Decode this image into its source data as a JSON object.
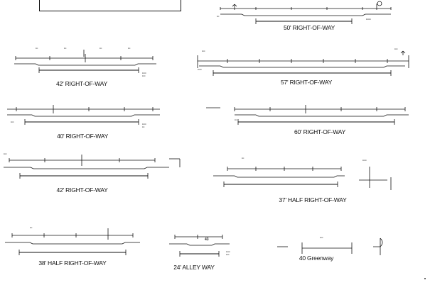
{
  "corner_note": "",
  "note_box_text": "",
  "sections": {
    "s50": {
      "title": "50' RIGHT-OF-WAY",
      "sub1": "",
      "sub2": ""
    },
    "s42a": {
      "title": "42' RIGHT-OF-WAY",
      "sub1": "",
      "sub2": ""
    },
    "s57": {
      "title": "57' RIGHT-OF-WAY",
      "sub1": "",
      "sub2": ""
    },
    "s40": {
      "title": "40' RIGHT-OF-WAY",
      "sub1": "",
      "sub2": ""
    },
    "s60": {
      "title": "60' RIGHT-OF-WAY",
      "sub1": "",
      "sub2": ""
    },
    "s42b": {
      "title": "42' RIGHT-OF-WAY",
      "sub1": "",
      "sub2": "",
      "sub3": ""
    },
    "s37h": {
      "title": "37' HALF RIGHT-OF-WAY",
      "sub1": "",
      "sub2": "",
      "sub3": ""
    },
    "s38h": {
      "title": "38' HALF RIGHT-OF-WAY",
      "sub1": "",
      "sub2": ""
    },
    "s24": {
      "title": "24' ALLEY WAY",
      "sub1": "",
      "dim": "43"
    },
    "s40g": {
      "title": "40 Greenway",
      "sub1": ""
    }
  },
  "colors": {
    "ink": "#111111",
    "paper": "#ffffff"
  }
}
